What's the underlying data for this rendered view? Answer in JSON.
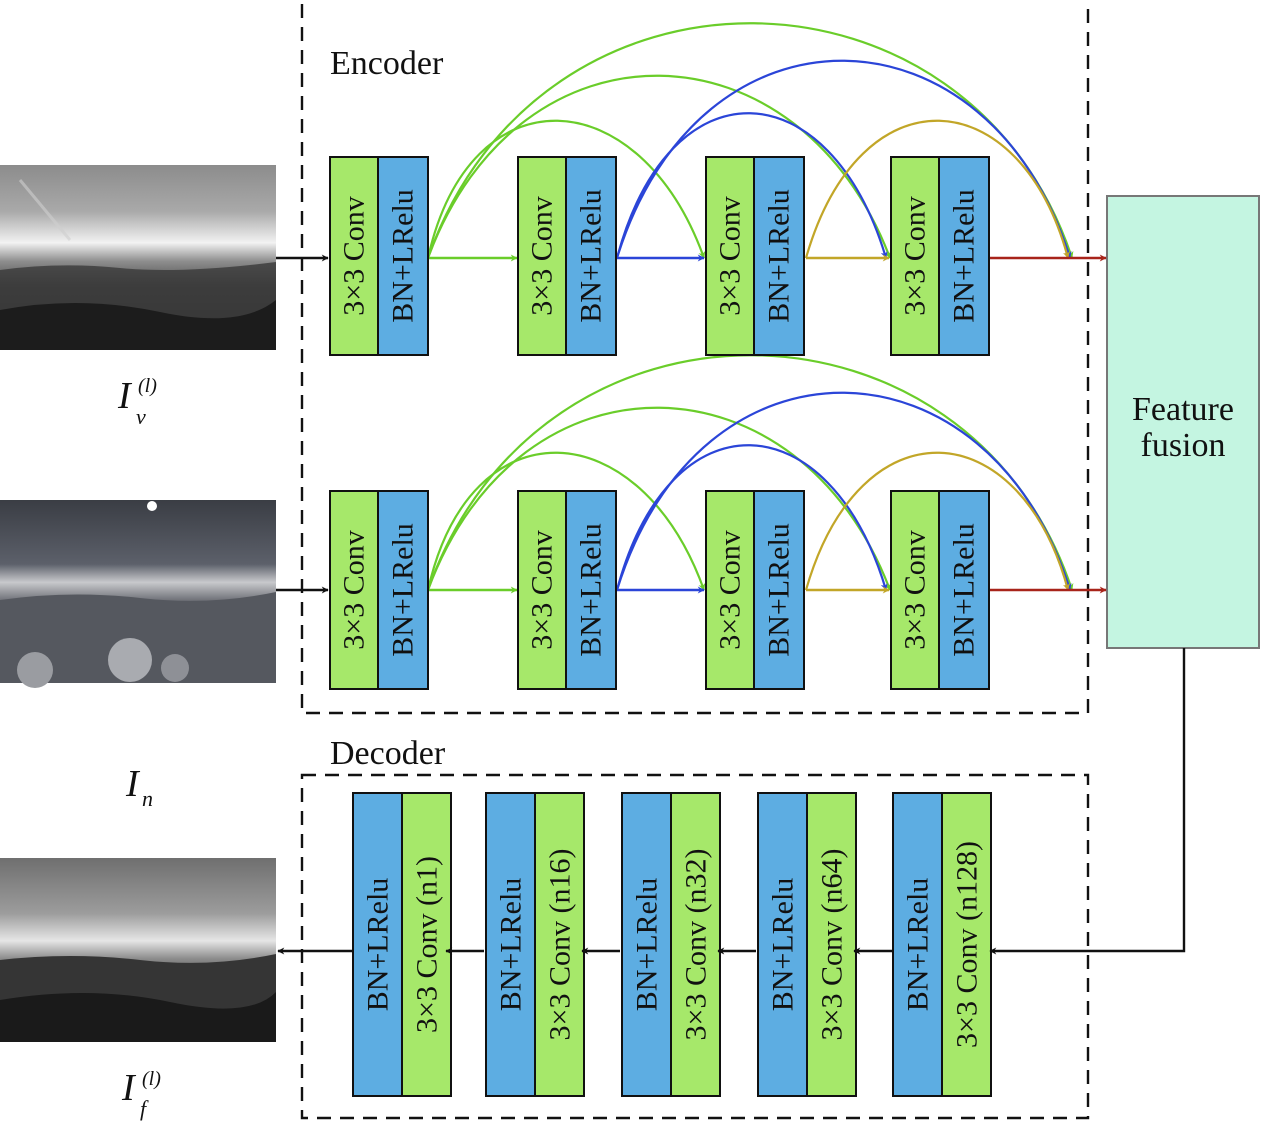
{
  "encoder": {
    "label": "Encoder",
    "conv_label": "3×3 Conv",
    "bn_label": "BN+LRelu"
  },
  "decoder": {
    "label": "Decoder",
    "bn_label": "BN+LRelu",
    "blocks": [
      {
        "conv_label": "3×3 Conv (n1)"
      },
      {
        "conv_label": "3×3 Conv (n16)"
      },
      {
        "conv_label": "3×3 Conv (n32)"
      },
      {
        "conv_label": "3×3 Conv (n64)"
      },
      {
        "conv_label": "3×3 Conv (n128)"
      }
    ]
  },
  "fusion": {
    "line1": "Feature",
    "line2": "fusion"
  },
  "inputs": {
    "visible": {
      "base": "I",
      "sub": "v",
      "sup": "(l)",
      "image": "grayscale-landscape-photo"
    },
    "infrared": {
      "base": "I",
      "sub": "n",
      "image": "infrared-landscape-photo"
    },
    "fused": {
      "base": "I",
      "sub": "f",
      "sup": "(l)",
      "image": "fused-landscape-photo"
    }
  },
  "colors": {
    "conv": "#a6e86a",
    "bn": "#5dade2",
    "fusion": "#c4f5e1",
    "arrow_green": "#6acd2a",
    "arrow_blue": "#2b45d8",
    "arrow_olive": "#c2a628",
    "arrow_red": "#a8241a",
    "arrow_black": "#111111"
  }
}
